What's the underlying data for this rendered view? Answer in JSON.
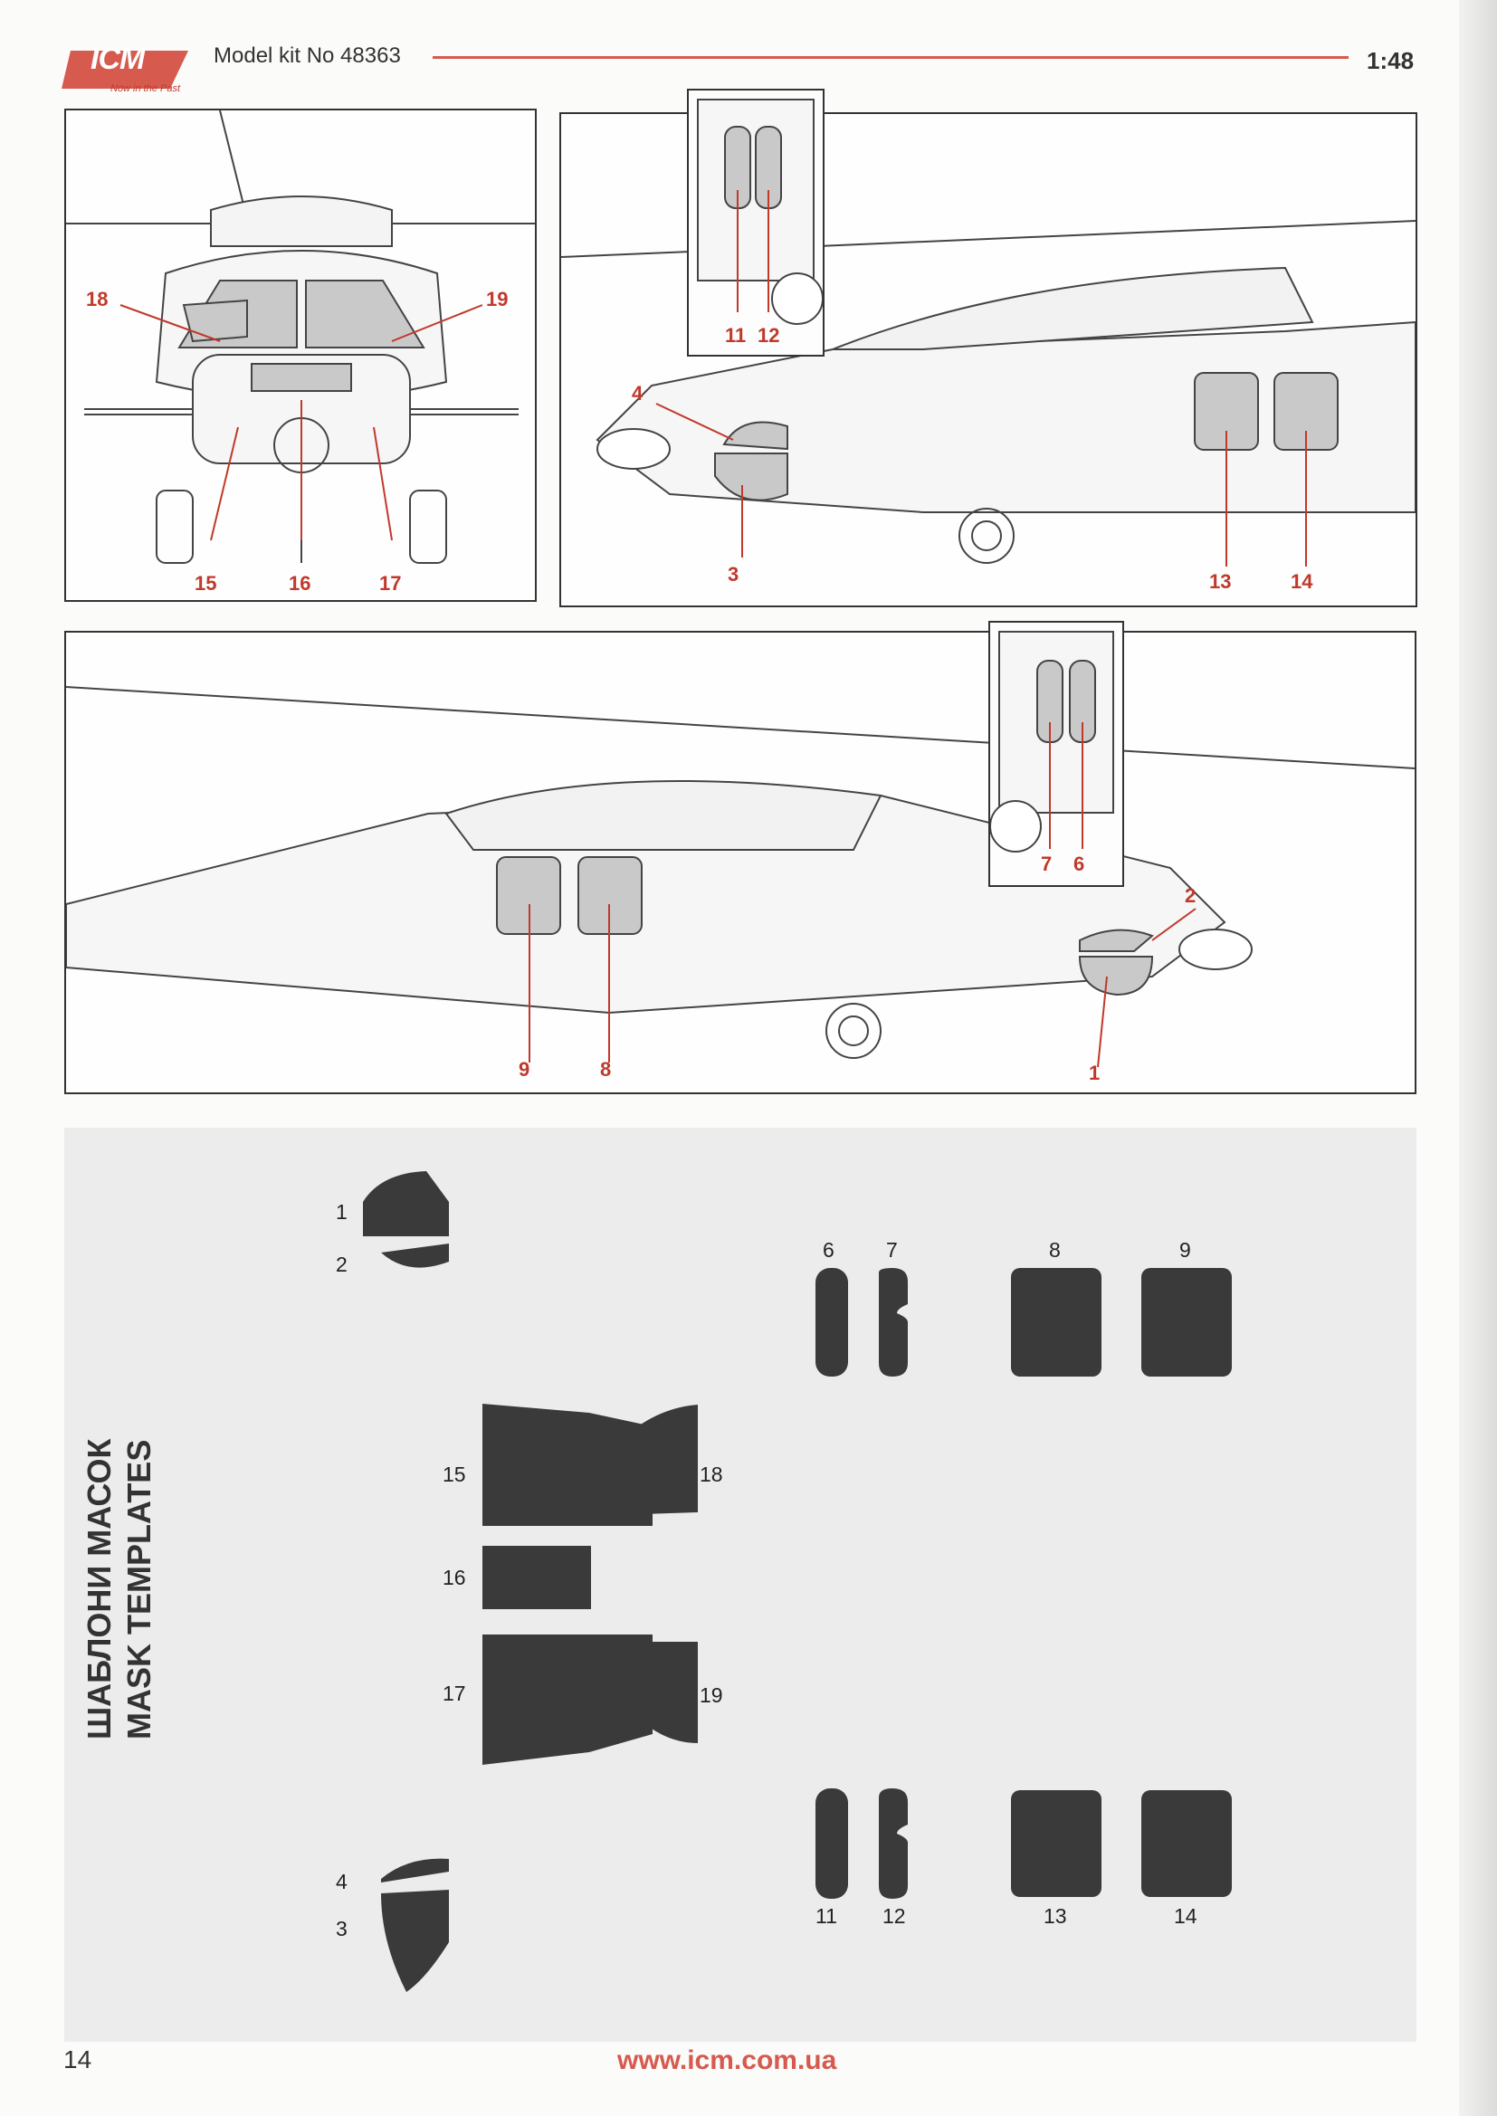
{
  "header": {
    "logo_text": "ICM",
    "logo_tagline": "Now in the Past",
    "kit_title": "Model kit No 48363",
    "scale": "1:48"
  },
  "front_view": {
    "callouts": [
      "18",
      "19",
      "15",
      "16",
      "17"
    ]
  },
  "right_side_view": {
    "callouts": [
      "11",
      "12",
      "4",
      "3",
      "13",
      "14"
    ]
  },
  "left_side_view": {
    "callouts": [
      "7",
      "6",
      "2",
      "9",
      "8",
      "1"
    ]
  },
  "mask_templates": {
    "heading_line1": "ШАБЛОНИ МАСОК",
    "heading_line2": "MASK TEMPLATES",
    "labels": {
      "m1": "1",
      "m2": "2",
      "m3": "3",
      "m4": "4",
      "m6": "6",
      "m7": "7",
      "m8": "8",
      "m9": "9",
      "m11": "11",
      "m12": "12",
      "m13": "13",
      "m14": "14",
      "m15": "15",
      "m16": "16",
      "m17": "17",
      "m18": "18",
      "m19": "19"
    }
  },
  "footer": {
    "page_number": "14",
    "website": "www.icm.com.ua"
  },
  "colors": {
    "accent": "#d65a4e",
    "callout": "#c0392b",
    "mask_fill": "#3a3a3a",
    "mask_background": "#ececec"
  }
}
